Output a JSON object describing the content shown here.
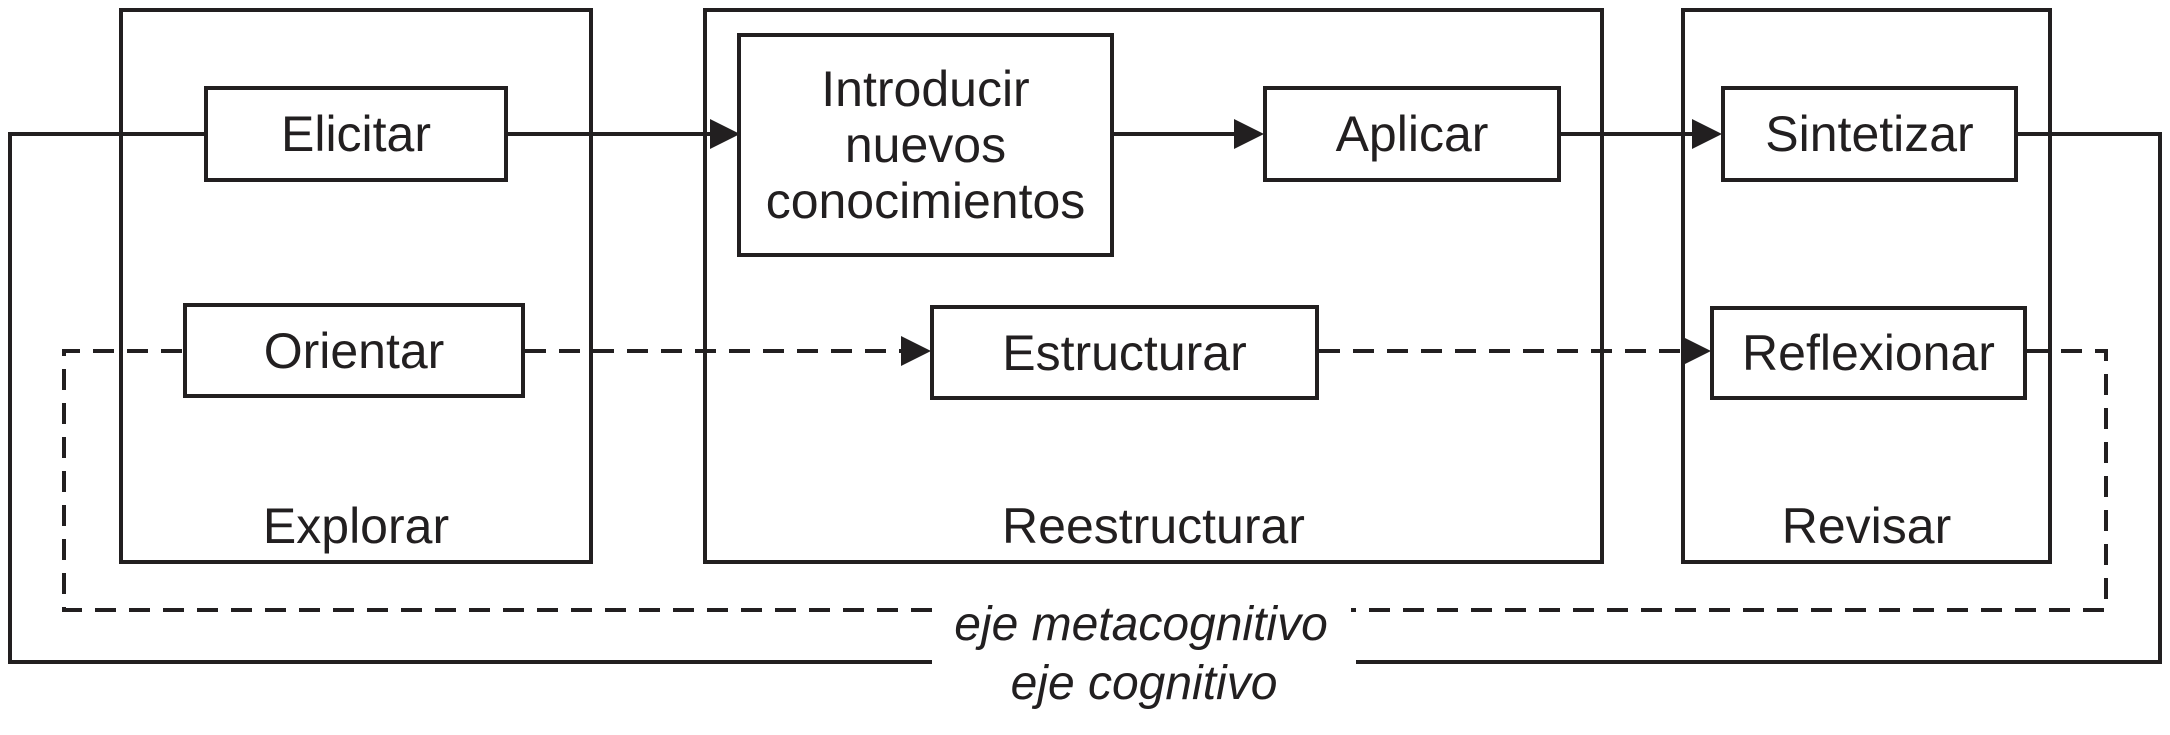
{
  "figure": {
    "stages": [
      {
        "label": "Explorar"
      },
      {
        "label": "Reestructurar"
      },
      {
        "label": "Revisar"
      }
    ],
    "cognitive_steps": [
      {
        "label": "Elicitar"
      },
      {
        "label": "Introducir nuevos conocimientos"
      },
      {
        "label": "Aplicar"
      },
      {
        "label": "Sintetizar"
      }
    ],
    "metacognitive_steps": [
      {
        "label": "Orientar"
      },
      {
        "label": "Estructurar"
      },
      {
        "label": "Reflexionar"
      }
    ],
    "axes": {
      "metacognitive": {
        "label": "eje metacognitivo",
        "line_style": "dashed"
      },
      "cognitive": {
        "label": "eje cognitivo",
        "line_style": "solid"
      }
    },
    "colors": {
      "ink": "#221f20",
      "background": "#ffffff"
    }
  }
}
